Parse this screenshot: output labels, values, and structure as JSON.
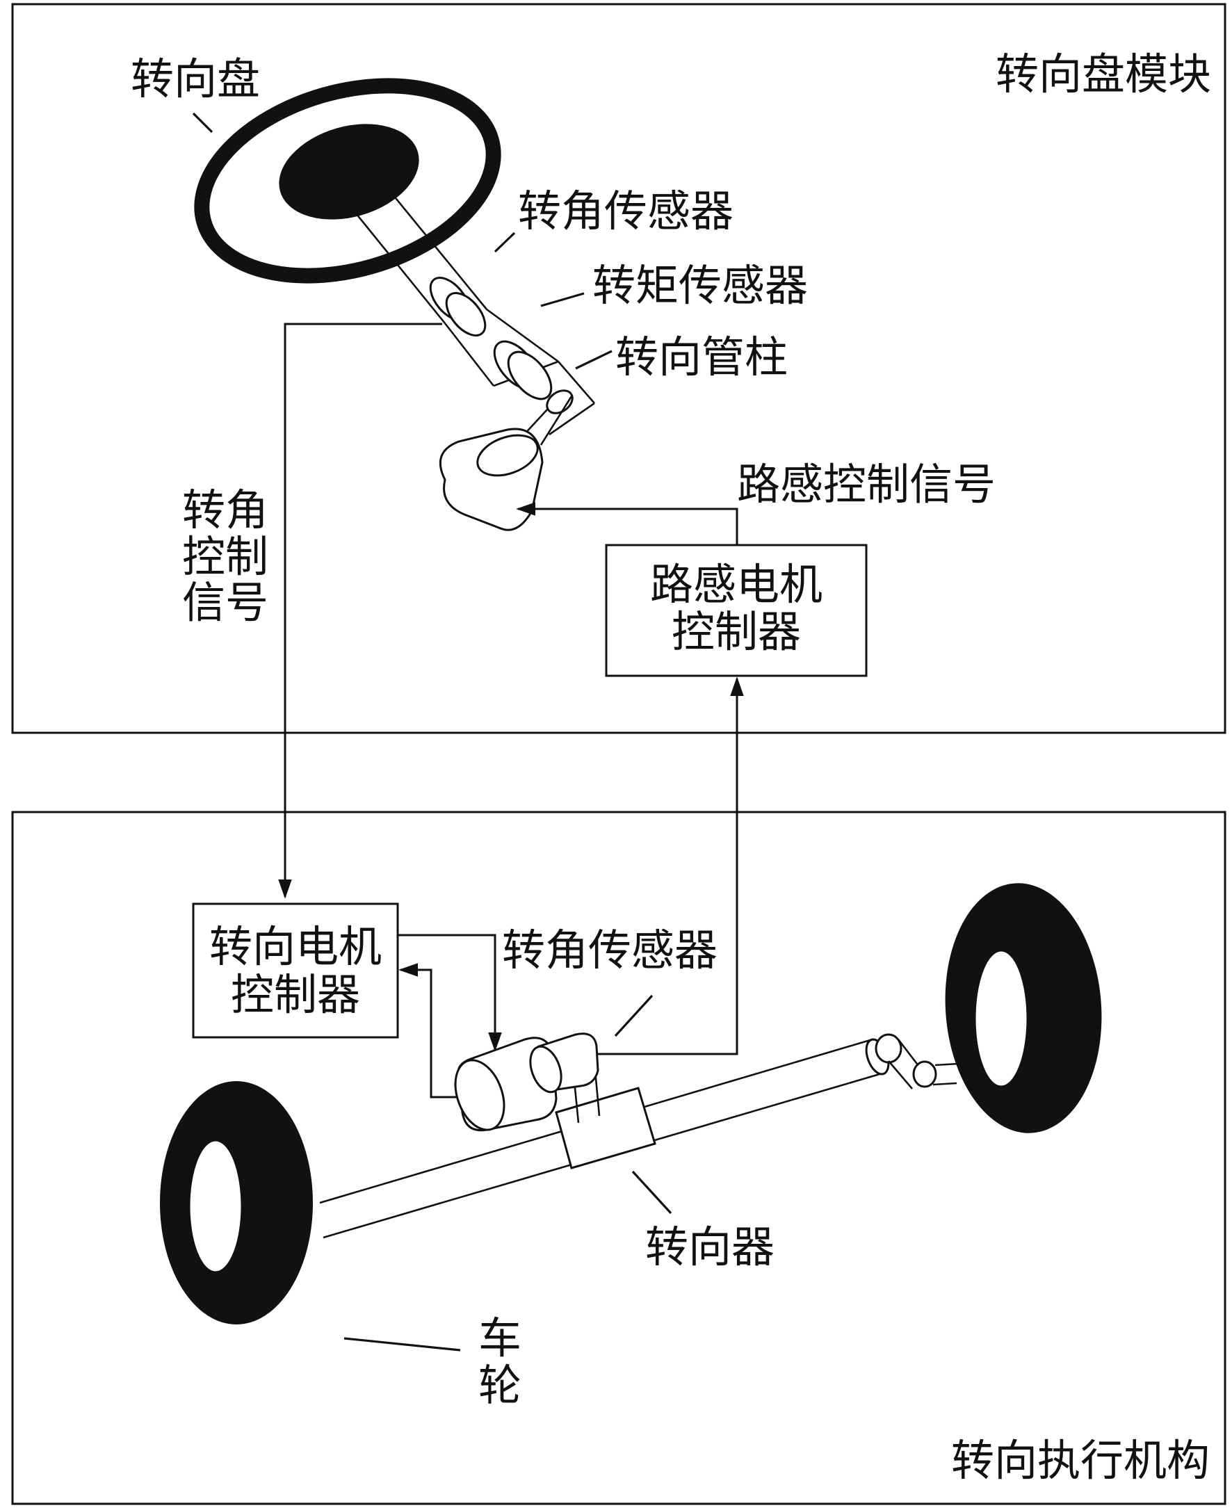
{
  "modules": {
    "steering_wheel_module": "转向盘模块",
    "steering_actuator": "转向执行机构"
  },
  "labels": {
    "steering_wheel": "转向盘",
    "angle_sensor_top": "转角传感器",
    "torque_sensor": "转矩传感器",
    "steering_column": "转向管柱",
    "road_feel_signal": "路感控制信号",
    "angle_control_signal": [
      "转角",
      "控制",
      "信号"
    ],
    "angle_sensor_bottom": "转角传感器",
    "steering_gear": "转向器",
    "wheel": [
      "车",
      "轮"
    ]
  },
  "controllers": {
    "road_feel_motor": [
      "路感电机",
      "控制器"
    ],
    "steering_motor": [
      "转向电机",
      "控制器"
    ]
  },
  "colors": {
    "ink": "#111111",
    "background": "#ffffff"
  }
}
